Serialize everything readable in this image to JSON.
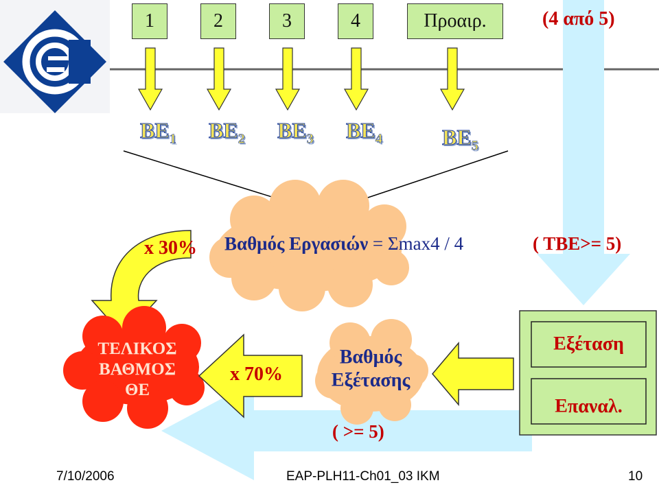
{
  "steps": [
    "1",
    "2",
    "3",
    "4",
    "Προαιρ."
  ],
  "choice_note": "(4 από 5)",
  "be": {
    "prefix": "ΒΕ",
    "subs": [
      "1",
      "2",
      "3",
      "4",
      "5"
    ]
  },
  "assignments": {
    "multiplier": "x 30%",
    "formula_label": "Βαθμός Εργασιών",
    "formula_rest": " = Σmax4 / 4",
    "condition": "( ΤΒΕ>= 5)"
  },
  "final": {
    "lines": [
      "ΤΕΛΙΚΟΣ",
      "ΒΑΘΜΟΣ",
      "ΘΕ"
    ]
  },
  "exam_multiplier": "x 70%",
  "exam_grade": {
    "lines": [
      "Βαθμός",
      "Εξέτασης"
    ],
    "condition": "( >= 5)"
  },
  "exam_options": {
    "exam": "Εξέταση",
    "retake": "Επαναλ."
  },
  "footer": {
    "date": "7/10/2006",
    "code": "EAP-PLH11-Ch01_03 IKM",
    "page": "10"
  },
  "colors": {
    "box_fill": "#c8ee9f",
    "arrow_yellow": "#ffff33",
    "light_blue": "#ccf2ff",
    "cloud_orange": "#fcc78e",
    "cloud_red": "#ff2a10",
    "accent_red": "#c40000",
    "title_blue": "#1e3fa8"
  }
}
